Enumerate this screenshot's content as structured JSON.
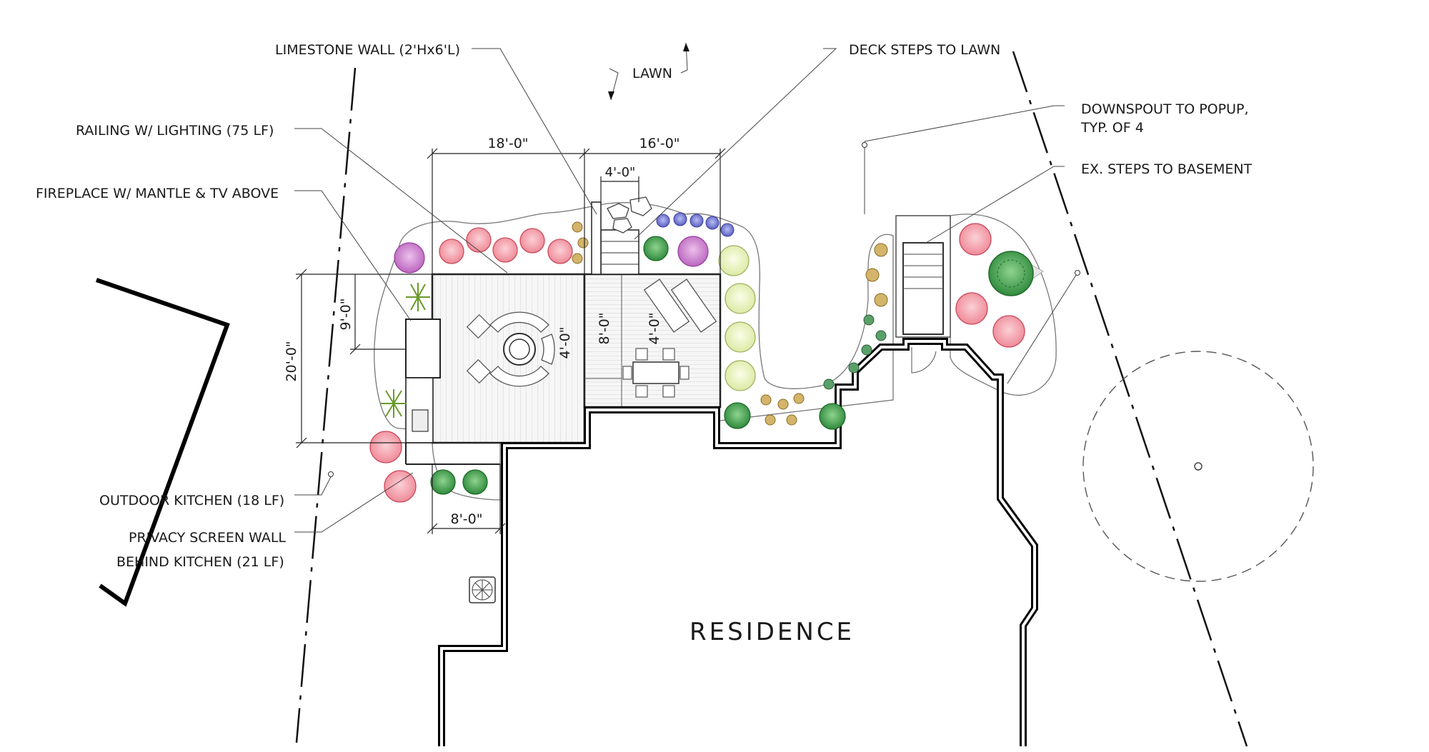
{
  "labels": {
    "limestone_wall": "LIMESTONE WALL (2'Hx6'L)",
    "lawn": "LAWN",
    "deck_steps": "DECK STEPS TO LAWN",
    "downspout_1": "DOWNSPOUT TO POPUP,",
    "downspout_2": "TYP. OF 4",
    "basement_steps": "EX. STEPS TO BASEMENT",
    "railing": "RAILING W/ LIGHTING (75 LF)",
    "fireplace": "FIREPLACE W/ MANTLE & TV ABOVE",
    "outdoor_kitchen": "OUTDOOR KITCHEN (18 LF)",
    "privacy_1": "PRIVACY SCREEN WALL",
    "privacy_2": "BEHIND KITCHEN (21 LF)",
    "residence": "RESIDENCE"
  },
  "dimensions": {
    "upper_deck_width": "18'-0\"",
    "lower_deck_width": "16'-0\"",
    "steps_width": "4'-0\"",
    "deck_depth": "20'-0\"",
    "fireplace_offset": "9'-0\"",
    "fire_area_gap": "4'-0\"",
    "lower_deck_gap": "8'-0\"",
    "lower_deck_inner": "4'-0\"",
    "kitchen_width": "8'-0\""
  },
  "colors": {
    "pink_shrub": "#f08c9a",
    "purple_shrub": "#c774c9",
    "blue_flower": "#6a6fc9",
    "lime_shrub": "#e4f0b4",
    "green_shrub": "#3d9a4a",
    "ornamental_grass": "#c9a35a",
    "walls": "#000000"
  }
}
